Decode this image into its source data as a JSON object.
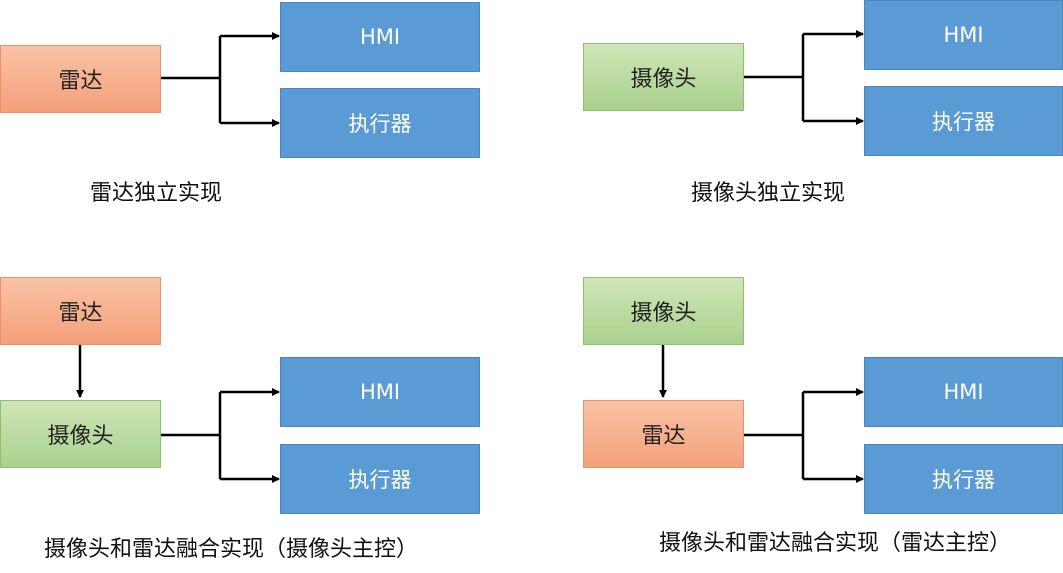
{
  "panels": [
    {
      "source": "雷达",
      "outputs": [
        "HMI",
        "执行器"
      ],
      "caption": "雷达独立实现"
    },
    {
      "source": "摄像头",
      "outputs": [
        "HMI",
        "执行器"
      ],
      "caption": "摄像头独立实现"
    },
    {
      "upstream": "雷达",
      "main": "摄像头",
      "outputs": [
        "HMI",
        "执行器"
      ],
      "caption": "摄像头和雷达融合实现（摄像头主控）"
    },
    {
      "upstream": "摄像头",
      "main": "雷达",
      "outputs": [
        "HMI",
        "执行器"
      ],
      "caption": "摄像头和雷达融合实现（雷达主控）"
    }
  ],
  "colors": {
    "radar": "#f4a07a",
    "camera": "#a9d18e",
    "output": "#5b9bd5",
    "line": "#000000"
  }
}
